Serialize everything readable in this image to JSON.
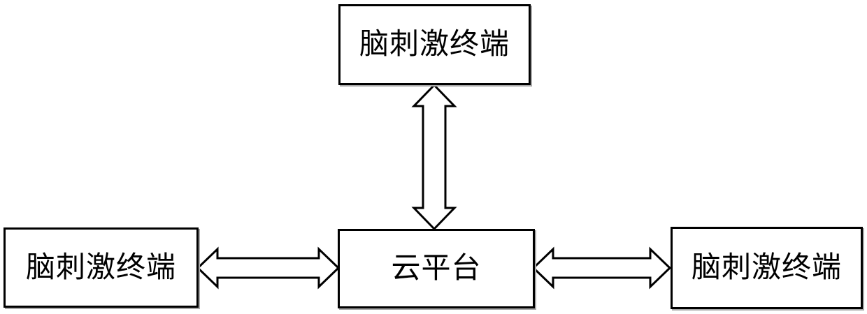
{
  "diagram": {
    "background_color": "#ffffff",
    "line_color": "#000000",
    "nodes": {
      "top_terminal": {
        "label": "脑刺激终端"
      },
      "left_terminal": {
        "label": "脑刺激终端"
      },
      "right_terminal": {
        "label": "脑刺激终端"
      },
      "cloud_platform": {
        "label": "云平台"
      }
    },
    "connections": [
      {
        "from": "top_terminal",
        "to": "cloud_platform",
        "type": "double-headed-arrow",
        "orientation": "vertical"
      },
      {
        "from": "left_terminal",
        "to": "cloud_platform",
        "type": "double-headed-arrow",
        "orientation": "horizontal"
      },
      {
        "from": "right_terminal",
        "to": "cloud_platform",
        "type": "double-headed-arrow",
        "orientation": "horizontal"
      }
    ]
  }
}
